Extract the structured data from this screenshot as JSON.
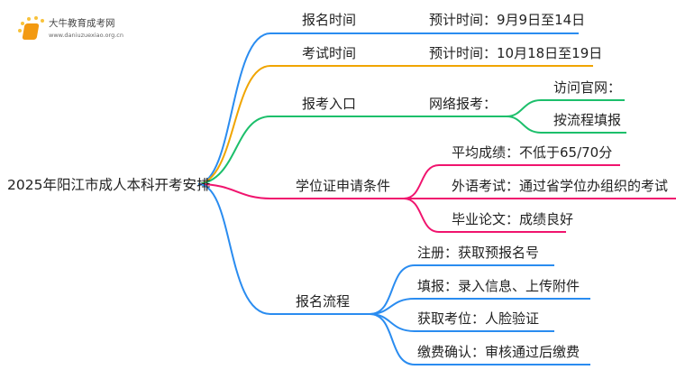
{
  "logo": {
    "title": "大牛教育成考网",
    "url": "www.daniuzuexiao.org.cn"
  },
  "root": {
    "label": "2025年阳江市成人本科开考安排"
  },
  "colors": {
    "blue": "#2a8cf0",
    "orange": "#f0a500",
    "green": "#1cbf6b",
    "pink": "#f0146e"
  },
  "branches": [
    {
      "label": "报名时间",
      "children": [
        "预计时间：9月9日至14日"
      ]
    },
    {
      "label": "考试时间",
      "children": [
        "预计时间：10月18日至19日"
      ]
    },
    {
      "label": "报考入口",
      "children": [
        "网络报考："
      ],
      "grandchildren": [
        "访问官网：",
        "按流程填报"
      ]
    },
    {
      "label": "学位证申请条件",
      "children": [
        "平均成绩：不低于65/70分",
        "外语考试：通过省学位办组织的考试",
        "毕业论文：成绩良好"
      ]
    },
    {
      "label": "报名流程",
      "children": [
        "注册：获取预报名号",
        "填报：录入信息、上传附件",
        "获取考位：人脸验证",
        "缴费确认：审核通过后缴费"
      ]
    }
  ]
}
